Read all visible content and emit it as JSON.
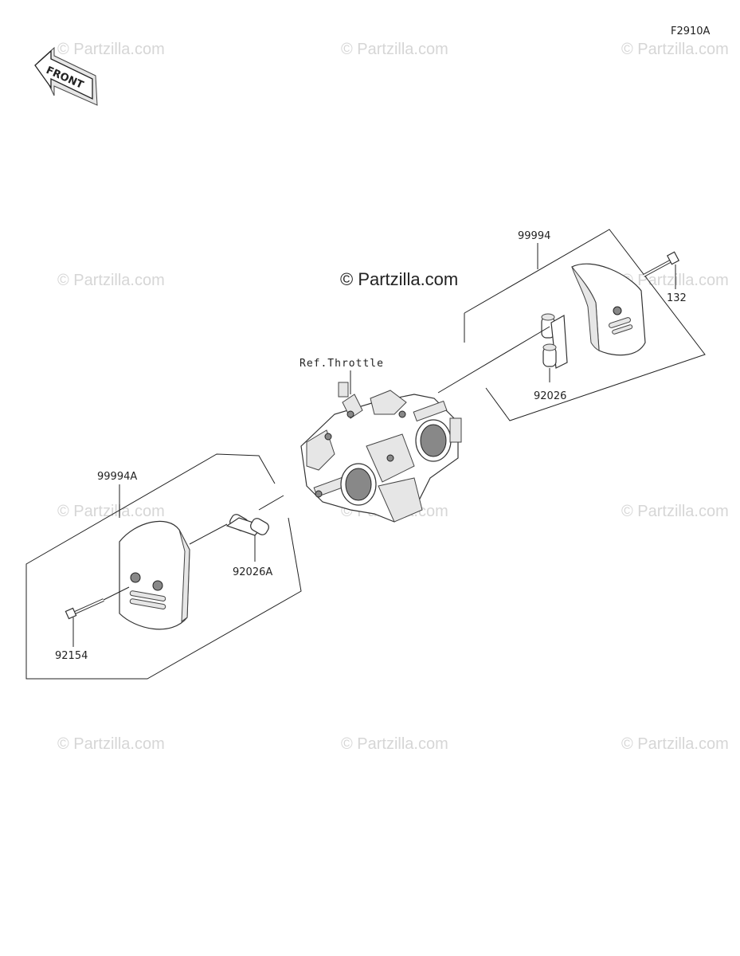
{
  "figure_code": "F2910A",
  "front_arrow_label": "FRONT",
  "ref_label": "Ref.Throttle",
  "watermark_center": "© Partzilla.com",
  "watermark_faint": "© Partzilla.com",
  "callouts": {
    "p99994": "99994",
    "p132": "132",
    "p92026": "92026",
    "p99994A": "99994A",
    "p92026A": "92026A",
    "p92154": "92154"
  }
}
